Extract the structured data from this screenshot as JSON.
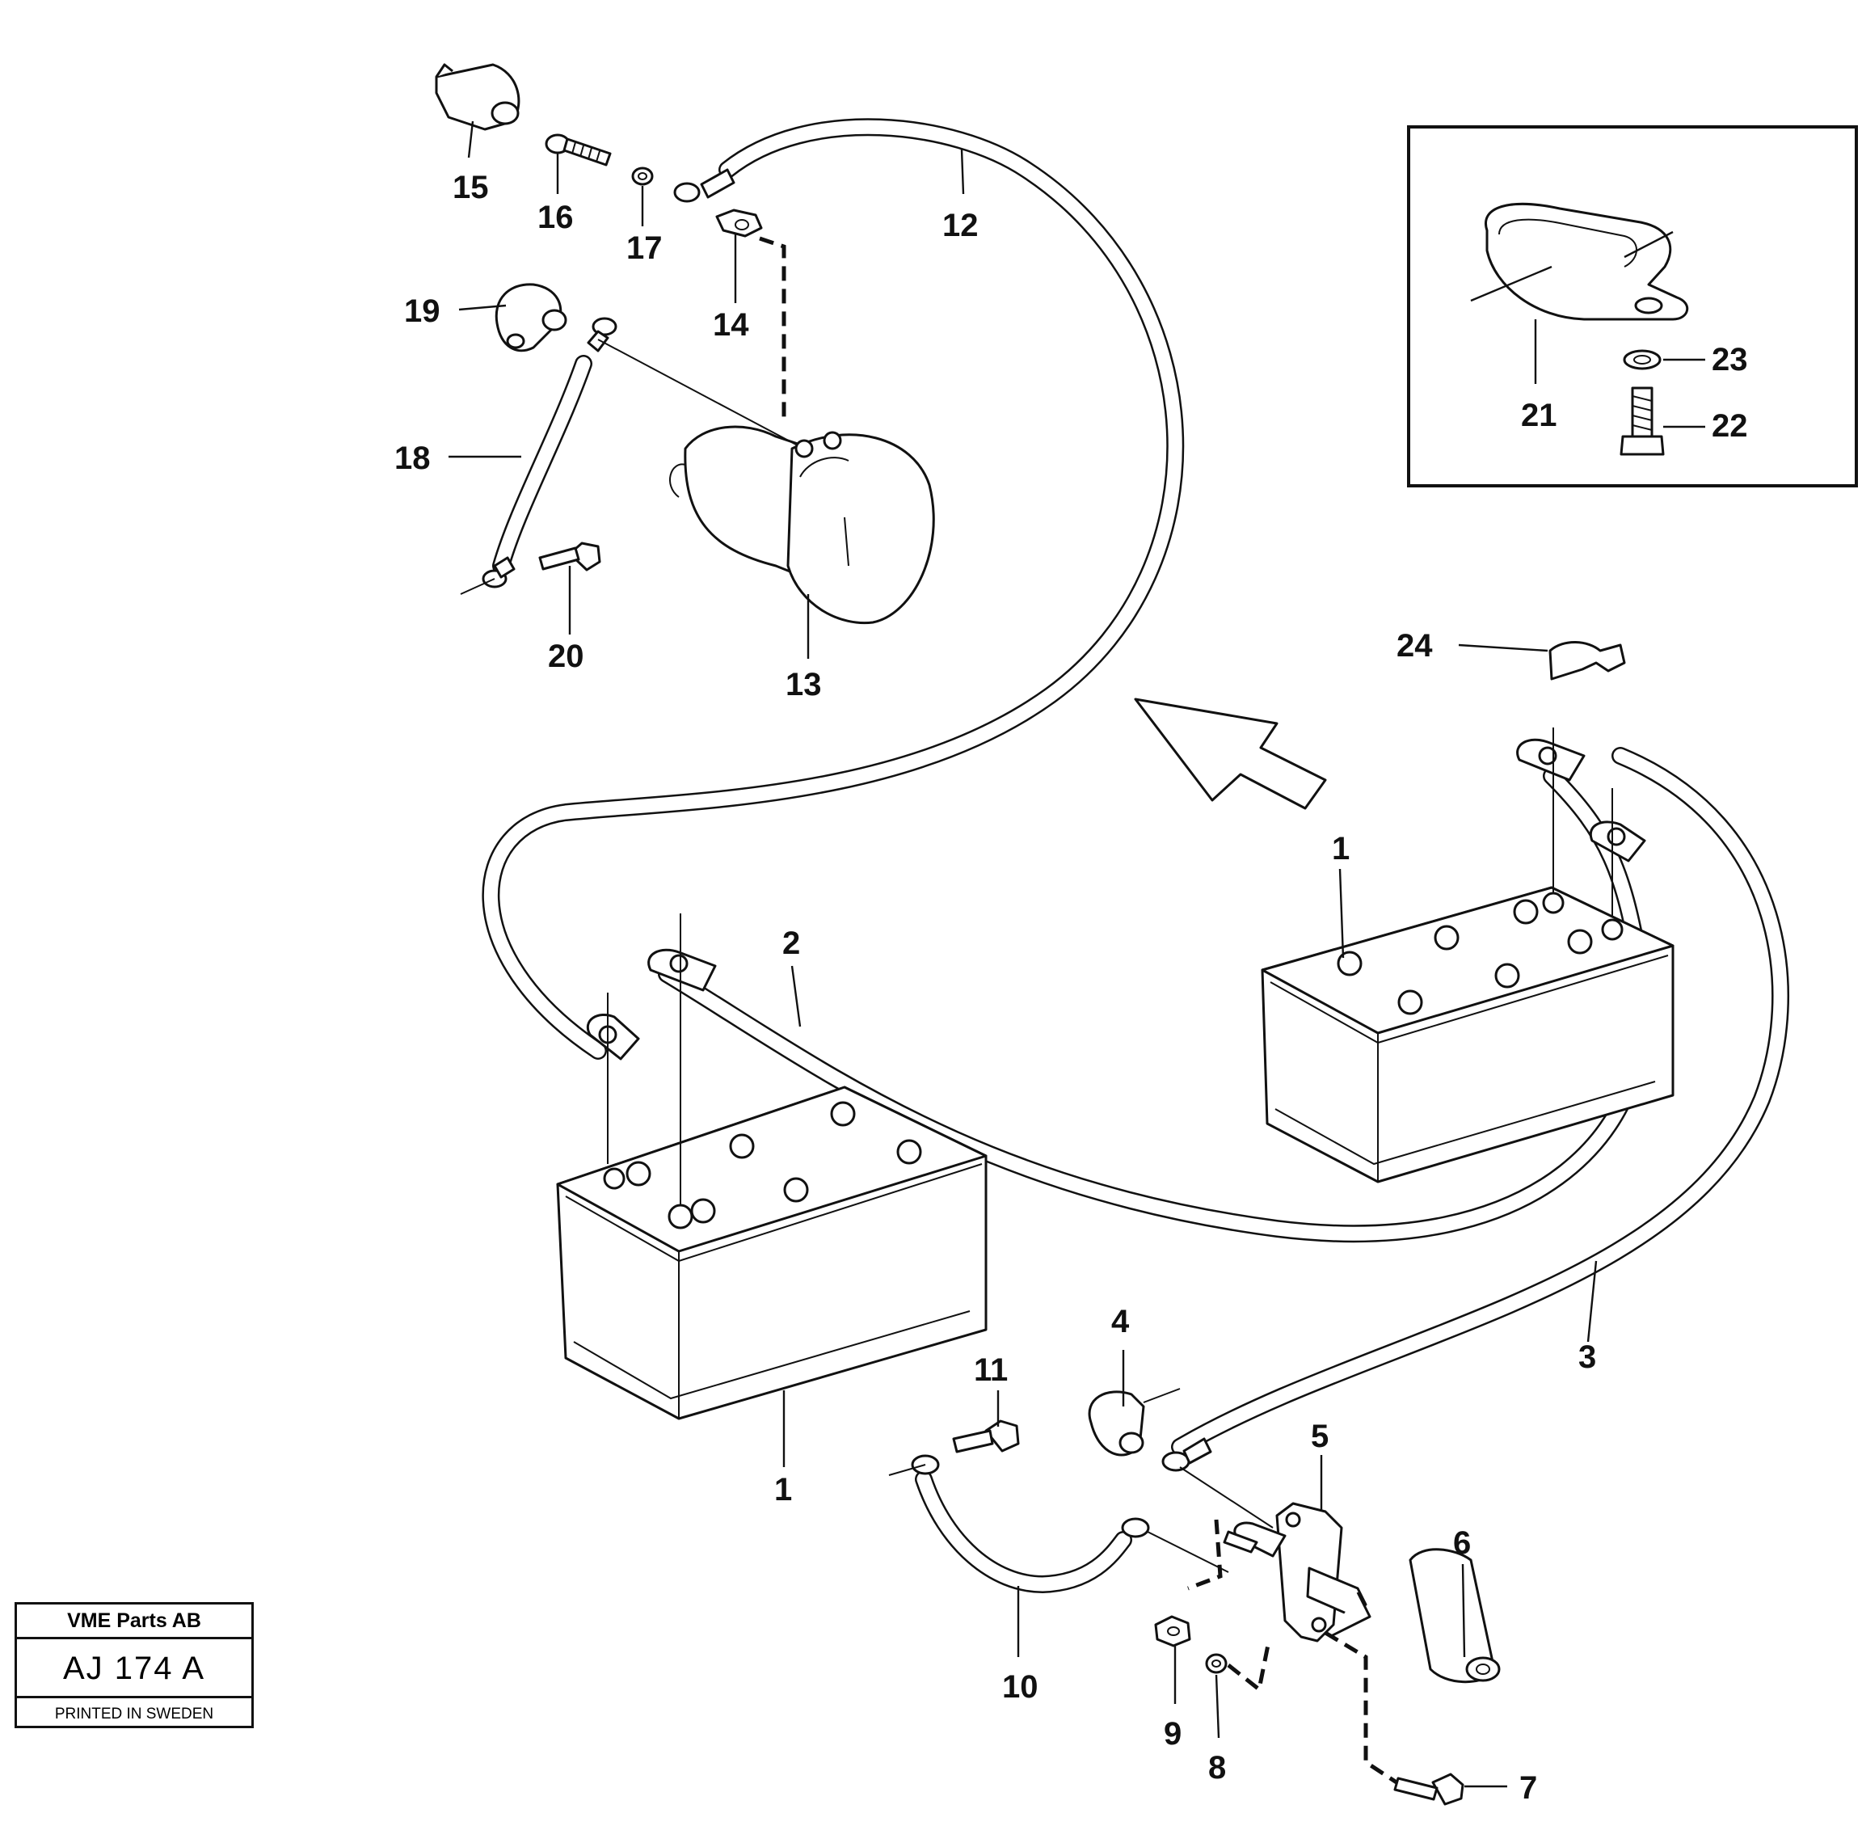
{
  "labels": {
    "p1a": "1",
    "p1b": "1",
    "p2": "2",
    "p3": "3",
    "p4": "4",
    "p5": "5",
    "p6": "6",
    "p7": "7",
    "p8": "8",
    "p9": "9",
    "p10": "10",
    "p11": "11",
    "p12": "12",
    "p13": "13",
    "p14": "14",
    "p15": "15",
    "p16": "16",
    "p17": "17",
    "p18": "18",
    "p19": "19",
    "p20": "20",
    "p21": "21",
    "p22": "22",
    "p23": "23",
    "p24": "24"
  },
  "stamp": {
    "company": "VME Parts AB",
    "code": "AJ 174  A",
    "printed": "PRINTED IN SWEDEN"
  }
}
